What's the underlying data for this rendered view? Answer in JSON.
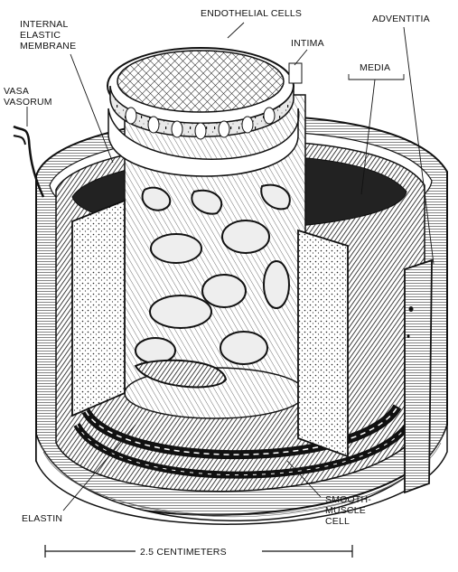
{
  "diagram": {
    "labels": {
      "endothelial_cells": "ENDOTHELIAL CELLS",
      "internal_elastic_membrane": [
        "INTERNAL",
        "ELASTIC",
        "MEMBRANE"
      ],
      "intima": "INTIMA",
      "adventitia": "ADVENTITIA",
      "media": "MEDIA",
      "vasa_vasorum": [
        "VASA",
        "VASORUM"
      ],
      "smooth_muscle_cell": [
        "SMOOTH-",
        "MUSCLE",
        "CELL"
      ],
      "elastin": "ELASTIN",
      "scale": "2.5 CENTIMETERS"
    },
    "colors": {
      "ink": "#111111",
      "paper": "#ffffff"
    }
  }
}
